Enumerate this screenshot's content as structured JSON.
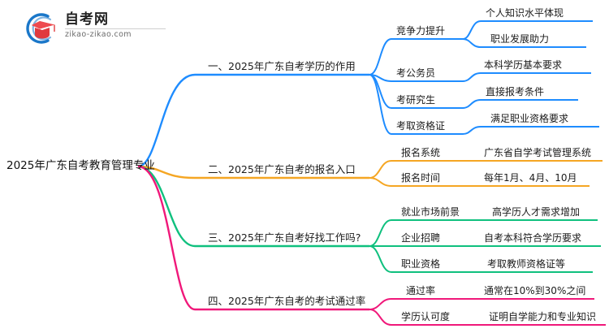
{
  "logo": {
    "title": "自考网",
    "domain": "zikao-zikao.com",
    "mark_icon": "graduation-cap-icon",
    "arc_color": "#1A77C9",
    "cap_color": "#E03A3E"
  },
  "mindmap": {
    "root": {
      "label": "2025年广东自考教育管理专业"
    },
    "branches": [
      {
        "label": "一、2025年广东自考学历的作用",
        "color": "#1E8CFF",
        "children": [
          {
            "label": "竞争力提升",
            "children": [
              {
                "label": "个人知识水平体现"
              },
              {
                "label": "职业发展助力"
              }
            ]
          },
          {
            "label": "考公务员",
            "children": [
              {
                "label": "本科学历基本要求"
              }
            ]
          },
          {
            "label": "考研究生",
            "children": [
              {
                "label": "直接报考条件"
              }
            ]
          },
          {
            "label": "考取资格证",
            "children": [
              {
                "label": "满足职业资格要求"
              }
            ]
          }
        ]
      },
      {
        "label": "二、2025年广东自考的报名入口",
        "color": "#F5A623",
        "children": [
          {
            "label": "报名系统",
            "children": [
              {
                "label": "广东省自学考试管理系统"
              }
            ]
          },
          {
            "label": "报名时间",
            "children": [
              {
                "label": "每年1月、4月、10月"
              }
            ]
          }
        ]
      },
      {
        "label": "三、2025年广东自考好找工作吗?",
        "color": "#0FC07E",
        "children": [
          {
            "label": "就业市场前景",
            "children": [
              {
                "label": "高学历人才需求增加"
              }
            ]
          },
          {
            "label": "企业招聘",
            "children": [
              {
                "label": "自考本科符合学历要求"
              }
            ]
          },
          {
            "label": "职业资格",
            "children": [
              {
                "label": "考取教师资格证等"
              }
            ]
          }
        ]
      },
      {
        "label": "四、2025年广东自考的考试通过率",
        "color": "#F0187A",
        "children": [
          {
            "label": "通过率",
            "children": [
              {
                "label": "通常在10%到30%之间"
              }
            ]
          },
          {
            "label": "学历认可度",
            "children": [
              {
                "label": "证明自学能力和专业知识"
              }
            ]
          }
        ]
      }
    ]
  }
}
